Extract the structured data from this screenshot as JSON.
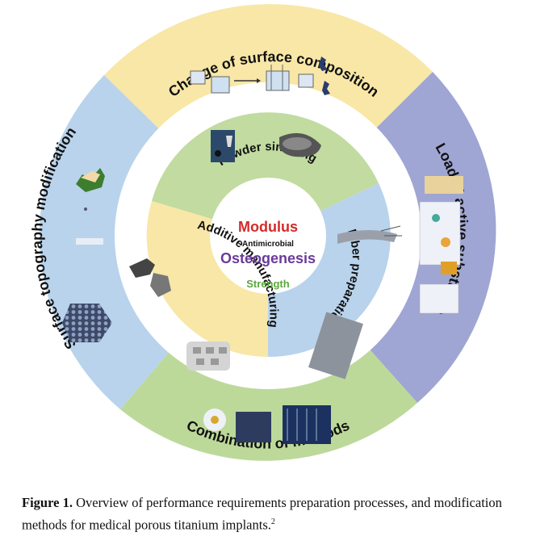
{
  "outer": {
    "top": "Change of surface composition",
    "right": "Loaded active substance",
    "bottom": "Combination of methods",
    "left": "Surface topography modification"
  },
  "inner": {
    "top": "Powder sintering",
    "left": "Additive manufacturing",
    "right": "Fiber preparation"
  },
  "center": {
    "modulus": "Modulus",
    "antimicrobial": "Antimicrobial",
    "osteogenesis": "Osteogenesis",
    "strength": "Strength"
  },
  "caption": {
    "label": "Figure 1.",
    "text": "Overview of performance requirements preparation processes, and modification methods for medical porous titanium implants.",
    "ref": "2"
  },
  "colors": {
    "top_outer": "#f8e7a6",
    "right_outer": "#9fa6d3",
    "bottom_outer": "#bcd99a",
    "left_outer": "#b9d3ec",
    "inner_top": "#c1dba0",
    "inner_left": "#f8e7a6",
    "inner_right": "#b9d3ec",
    "modulus": "#d32a2a",
    "osteogenesis": "#6a3a9c",
    "strength": "#5aa83c"
  }
}
